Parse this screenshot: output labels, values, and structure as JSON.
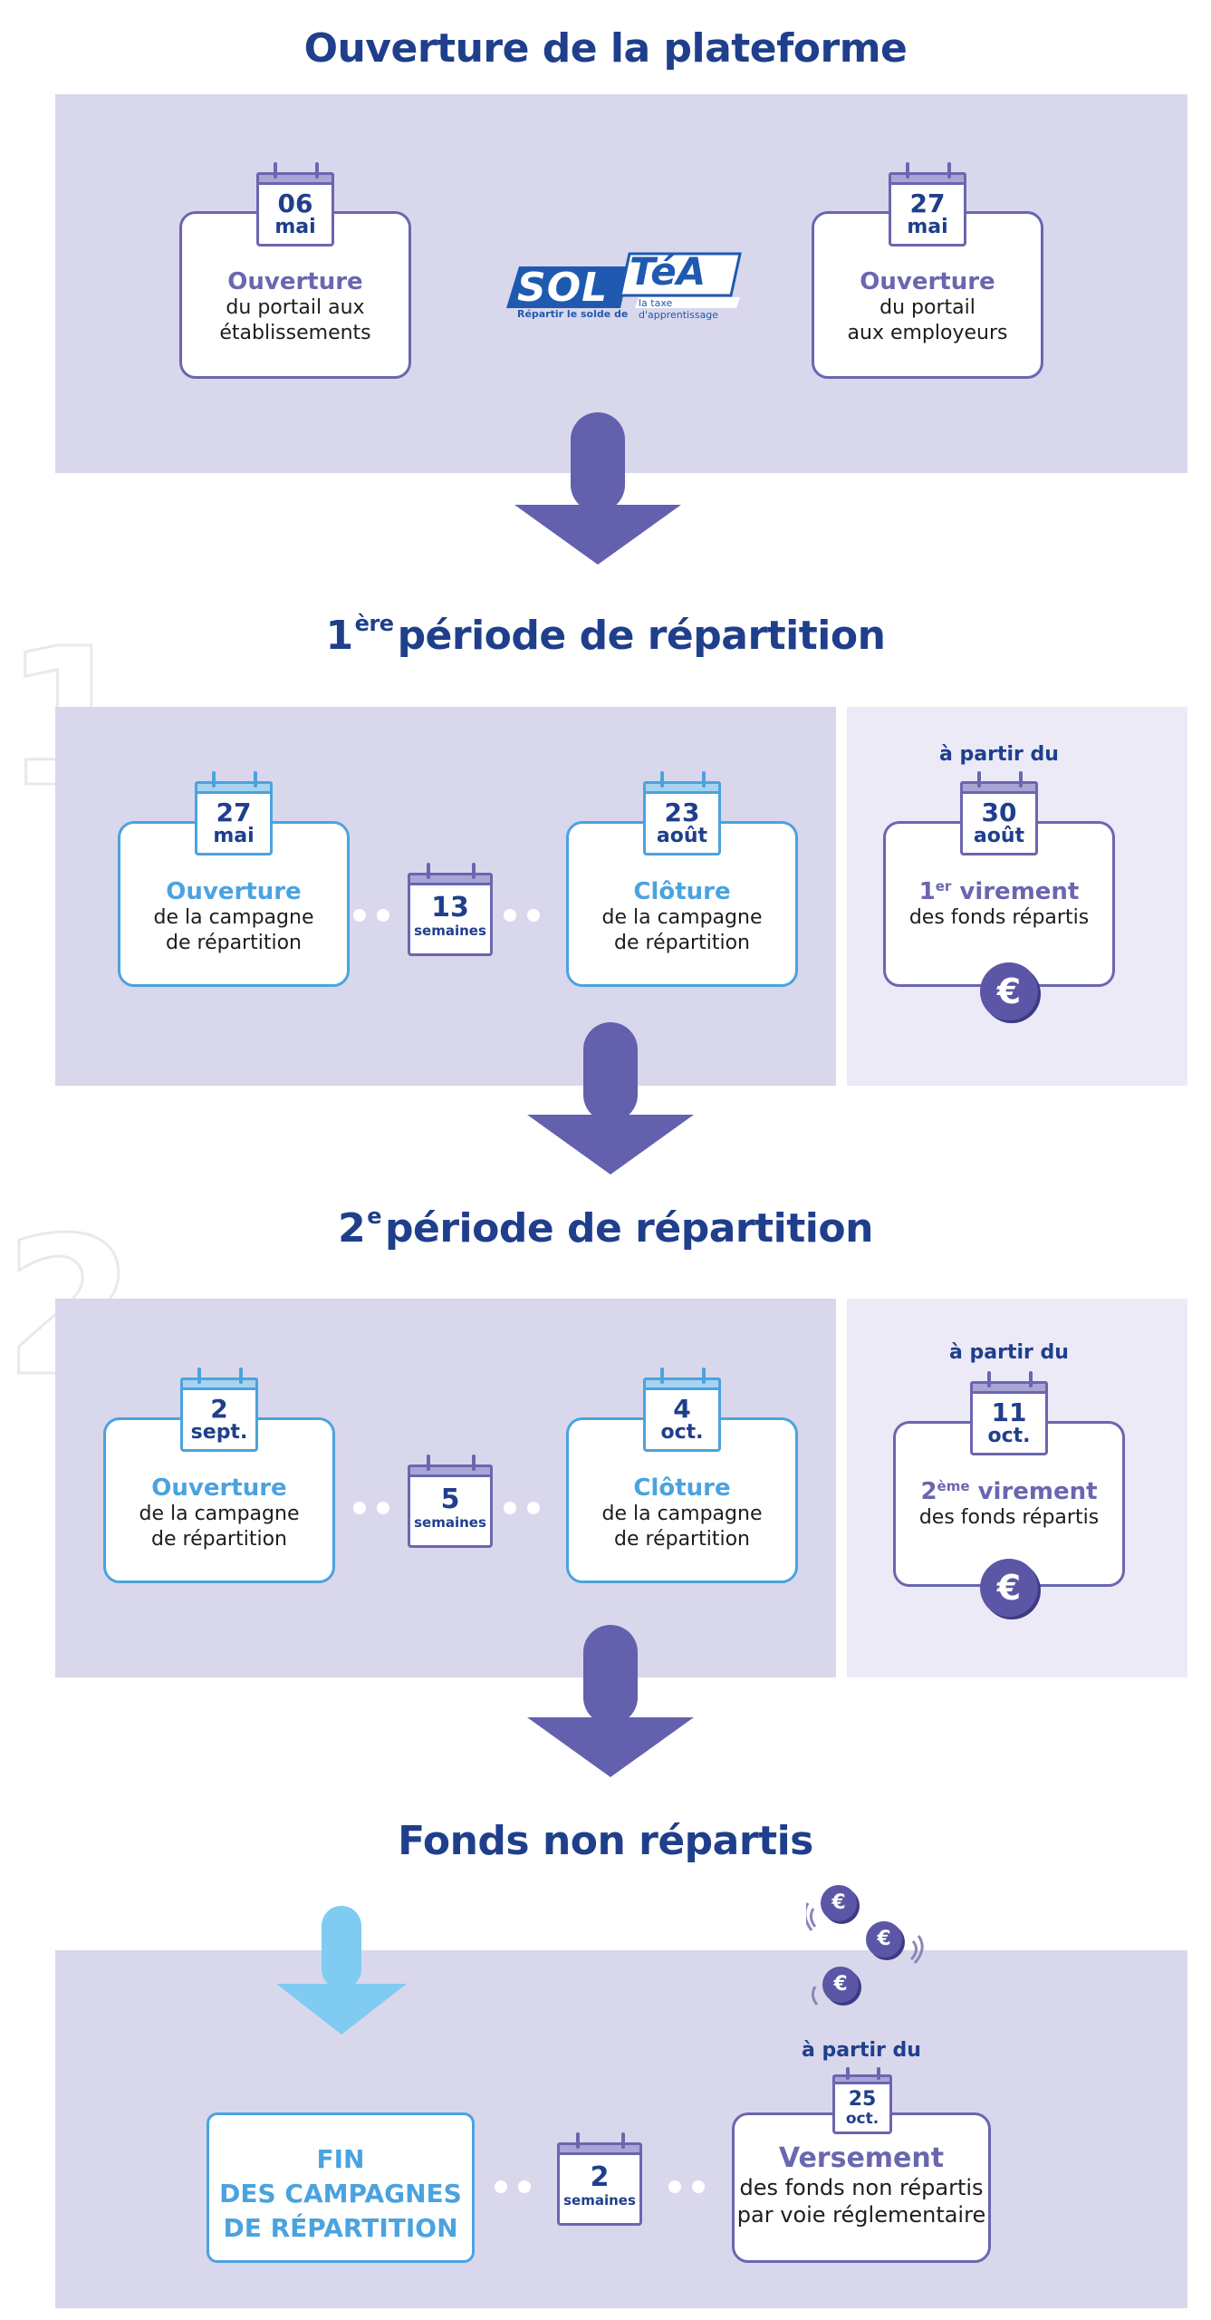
{
  "section1": {
    "title": "Ouverture de la plateforme",
    "left_card": {
      "day": "06",
      "month": "mai",
      "lead": "Ouverture",
      "line1": "du portail aux",
      "line2": "établissements"
    },
    "right_card": {
      "day": "27",
      "month": "mai",
      "lead": "Ouverture",
      "line1": "du portail",
      "line2": "aux employeurs"
    },
    "logo": {
      "part1": "SOL",
      "part2": "TéA",
      "tagline_left": "Répartir le solde de",
      "tagline_right": "la taxe d'apprentissage"
    }
  },
  "section2": {
    "number": "1",
    "title_num": "1",
    "title_sup": "ère",
    "title_rest": "période de répartition",
    "open_card": {
      "day": "27",
      "month": "mai",
      "lead": "Ouverture",
      "line1": "de la campagne",
      "line2": "de répartition"
    },
    "duration": {
      "value": "13",
      "unit": "semaines"
    },
    "close_card": {
      "day": "23",
      "month": "août",
      "lead": "Clôture",
      "line1": "de la campagne",
      "line2": "de répartition"
    },
    "payment": {
      "from": "à partir du",
      "day": "30",
      "month": "août",
      "lead_num": "1",
      "lead_sup": "er",
      "lead_rest": "virement",
      "line1": "des fonds répartis",
      "euro": "€"
    }
  },
  "section3": {
    "number": "2",
    "title_num": "2",
    "title_sup": "e",
    "title_rest": "période de répartition",
    "open_card": {
      "day": "2",
      "month": "sept.",
      "lead": "Ouverture",
      "line1": "de la campagne",
      "line2": "de répartition"
    },
    "duration": {
      "value": "5",
      "unit": "semaines"
    },
    "close_card": {
      "day": "4",
      "month": "oct.",
      "lead": "Clôture",
      "line1": "de la campagne",
      "line2": "de répartition"
    },
    "payment": {
      "from": "à partir du",
      "day": "11",
      "month": "oct.",
      "lead_num": "2",
      "lead_sup": "ème",
      "lead_rest": "virement",
      "line1": "des fonds répartis",
      "euro": "€"
    }
  },
  "section4": {
    "title": "Fonds non répartis",
    "fin_card": {
      "line1": "FIN",
      "line2": "DES CAMPAGNES",
      "line3": "DE RÉPARTITION"
    },
    "duration": {
      "value": "2",
      "unit": "semaines"
    },
    "versement": {
      "from": "à partir du",
      "day": "25",
      "month": "oct.",
      "lead": "Versement",
      "line1": "des fonds non répartis",
      "line2": "par voie réglementaire"
    },
    "coins": [
      "€",
      "€",
      "€"
    ]
  },
  "colors": {
    "navy": "#1f3f8c",
    "purple": "#6a66b0",
    "blue": "#4aa3df",
    "panel": "#d9d7ec",
    "arrow": "#6360ad",
    "arrow_light": "#7fcbf1"
  }
}
